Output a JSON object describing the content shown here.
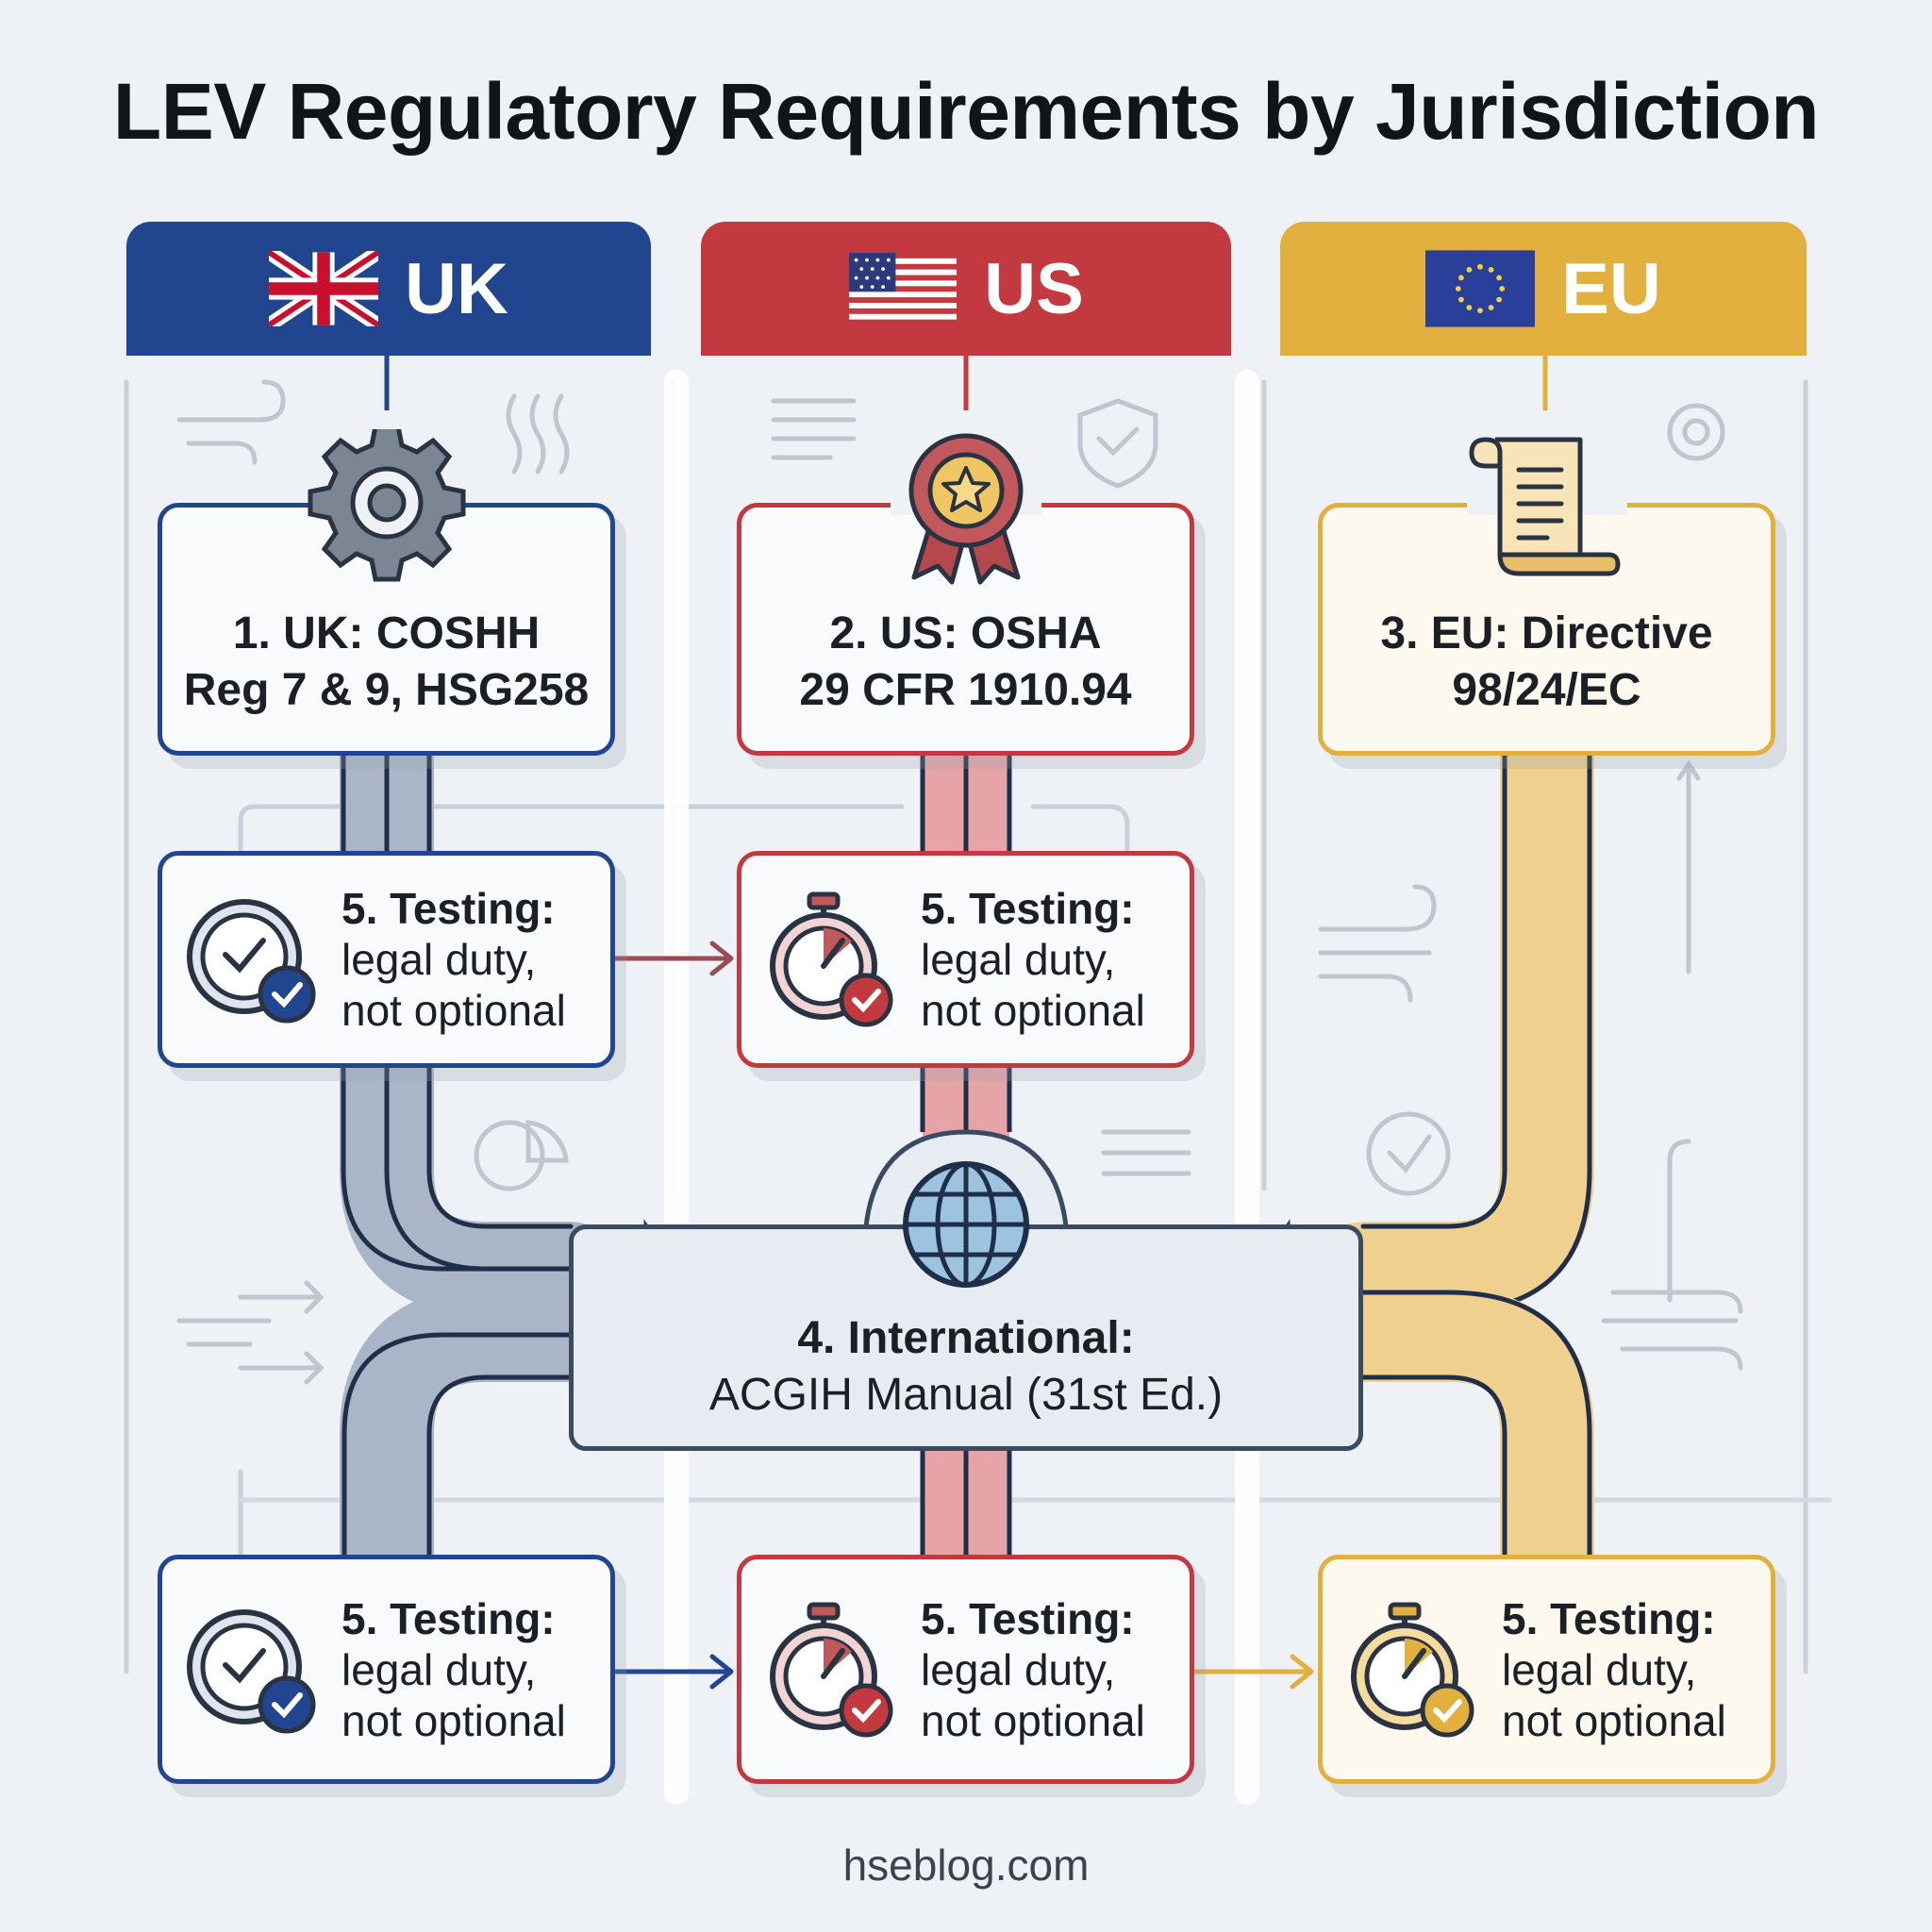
{
  "title": "LEV Regulatory Requirements by Jurisdiction",
  "colors": {
    "uk": "#21468f",
    "us": "#c23a3f",
    "eu": "#e1b03f",
    "hub": "#3a4a60",
    "background": "#eef1f5"
  },
  "columns": {
    "uk": {
      "header": "UK",
      "flag_icon": "uk-flag-icon",
      "top_icon": "gear-icon",
      "regulation_line1": "1. UK: COSHH",
      "regulation_line2": "Reg 7 & 9, HSG258"
    },
    "us": {
      "header": "US",
      "flag_icon": "us-flag-icon",
      "top_icon": "award-ribbon-icon",
      "regulation_line1": "2. US: OSHA",
      "regulation_line2": "29 CFR 1910.94"
    },
    "eu": {
      "header": "EU",
      "flag_icon": "eu-flag-icon",
      "top_icon": "scroll-document-icon",
      "regulation_line1": "3. EU: Directive",
      "regulation_line2": "98/24/EC"
    }
  },
  "testing": {
    "heading": "5. Testing:",
    "line1": "legal duty,",
    "line2": "not optional"
  },
  "hub": {
    "icon": "globe-icon",
    "line1": "4. International:",
    "line2": "ACGIH Manual (31st Ed.)"
  },
  "footer": "hseblog.com"
}
